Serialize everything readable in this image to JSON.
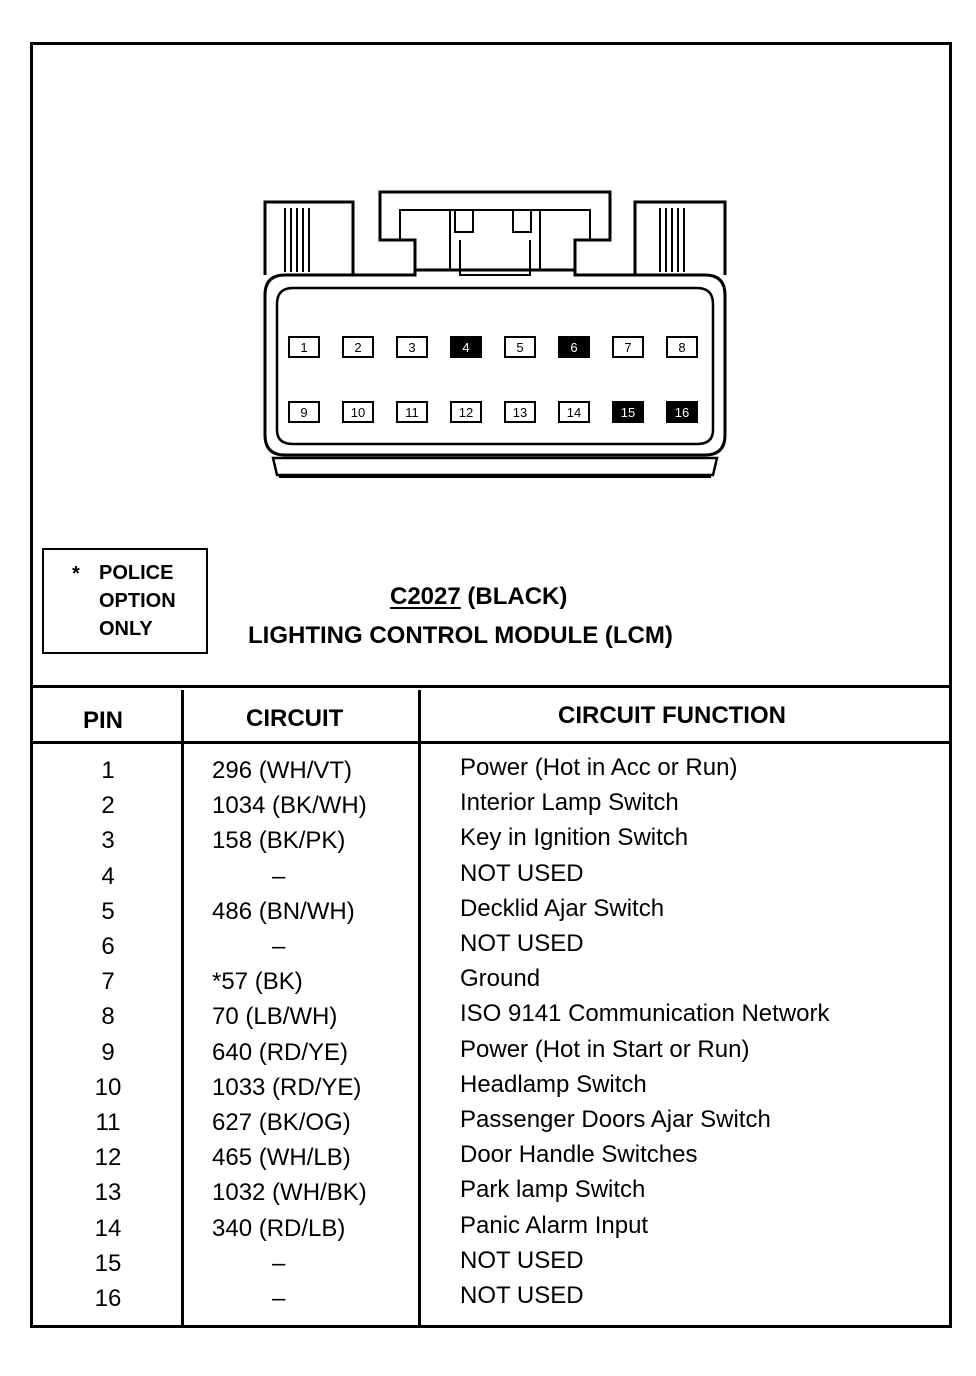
{
  "connector": {
    "code": "C2027",
    "color": "(BLACK)",
    "module": "LIGHTING CONTROL MODULE (LCM)",
    "pin_labels_top": [
      "1",
      "2",
      "3",
      "4",
      "5",
      "6",
      "7",
      "8"
    ],
    "pin_labels_bottom": [
      "9",
      "10",
      "11",
      "12",
      "13",
      "14",
      "15",
      "16"
    ],
    "filled_pins": [
      "4",
      "6",
      "15",
      "16"
    ]
  },
  "police_note": {
    "star": "*",
    "lines": [
      "POLICE",
      "OPTION",
      "ONLY"
    ]
  },
  "table": {
    "headers": {
      "pin": "PIN",
      "circuit": "CIRCUIT",
      "function": "CIRCUIT FUNCTION"
    },
    "rows": [
      {
        "pin": "1",
        "circuit": "296 (WH/VT)",
        "function": "Power (Hot in Acc or Run)"
      },
      {
        "pin": "2",
        "circuit": "1034 (BK/WH)",
        "function": "Interior Lamp Switch"
      },
      {
        "pin": "3",
        "circuit": "158 (BK/PK)",
        "function": "Key in Ignition Switch"
      },
      {
        "pin": "4",
        "circuit": "–",
        "function": "NOT USED"
      },
      {
        "pin": "5",
        "circuit": "486 (BN/WH)",
        "function": "Decklid Ajar Switch"
      },
      {
        "pin": "6",
        "circuit": "–",
        "function": "NOT USED"
      },
      {
        "pin": "7",
        "circuit": "*57 (BK)",
        "function": "Ground"
      },
      {
        "pin": "8",
        "circuit": "70 (LB/WH)",
        "function": "ISO 9141 Communication Network"
      },
      {
        "pin": "9",
        "circuit": "640 (RD/YE)",
        "function": "Power (Hot in Start or Run)"
      },
      {
        "pin": "10",
        "circuit": "1033 (RD/YE)",
        "function": "Headlamp Switch"
      },
      {
        "pin": "11",
        "circuit": "627 (BK/OG)",
        "function": "Passenger Doors Ajar Switch"
      },
      {
        "pin": "12",
        "circuit": "465 (WH/LB)",
        "function": "Door Handle Switches"
      },
      {
        "pin": "13",
        "circuit": "1032 (WH/BK)",
        "function": "Park lamp Switch"
      },
      {
        "pin": "14",
        "circuit": "340 (RD/LB)",
        "function": "Panic Alarm Input"
      },
      {
        "pin": "15",
        "circuit": "–",
        "function": "NOT USED"
      },
      {
        "pin": "16",
        "circuit": "–",
        "function": "NOT USED"
      }
    ]
  }
}
